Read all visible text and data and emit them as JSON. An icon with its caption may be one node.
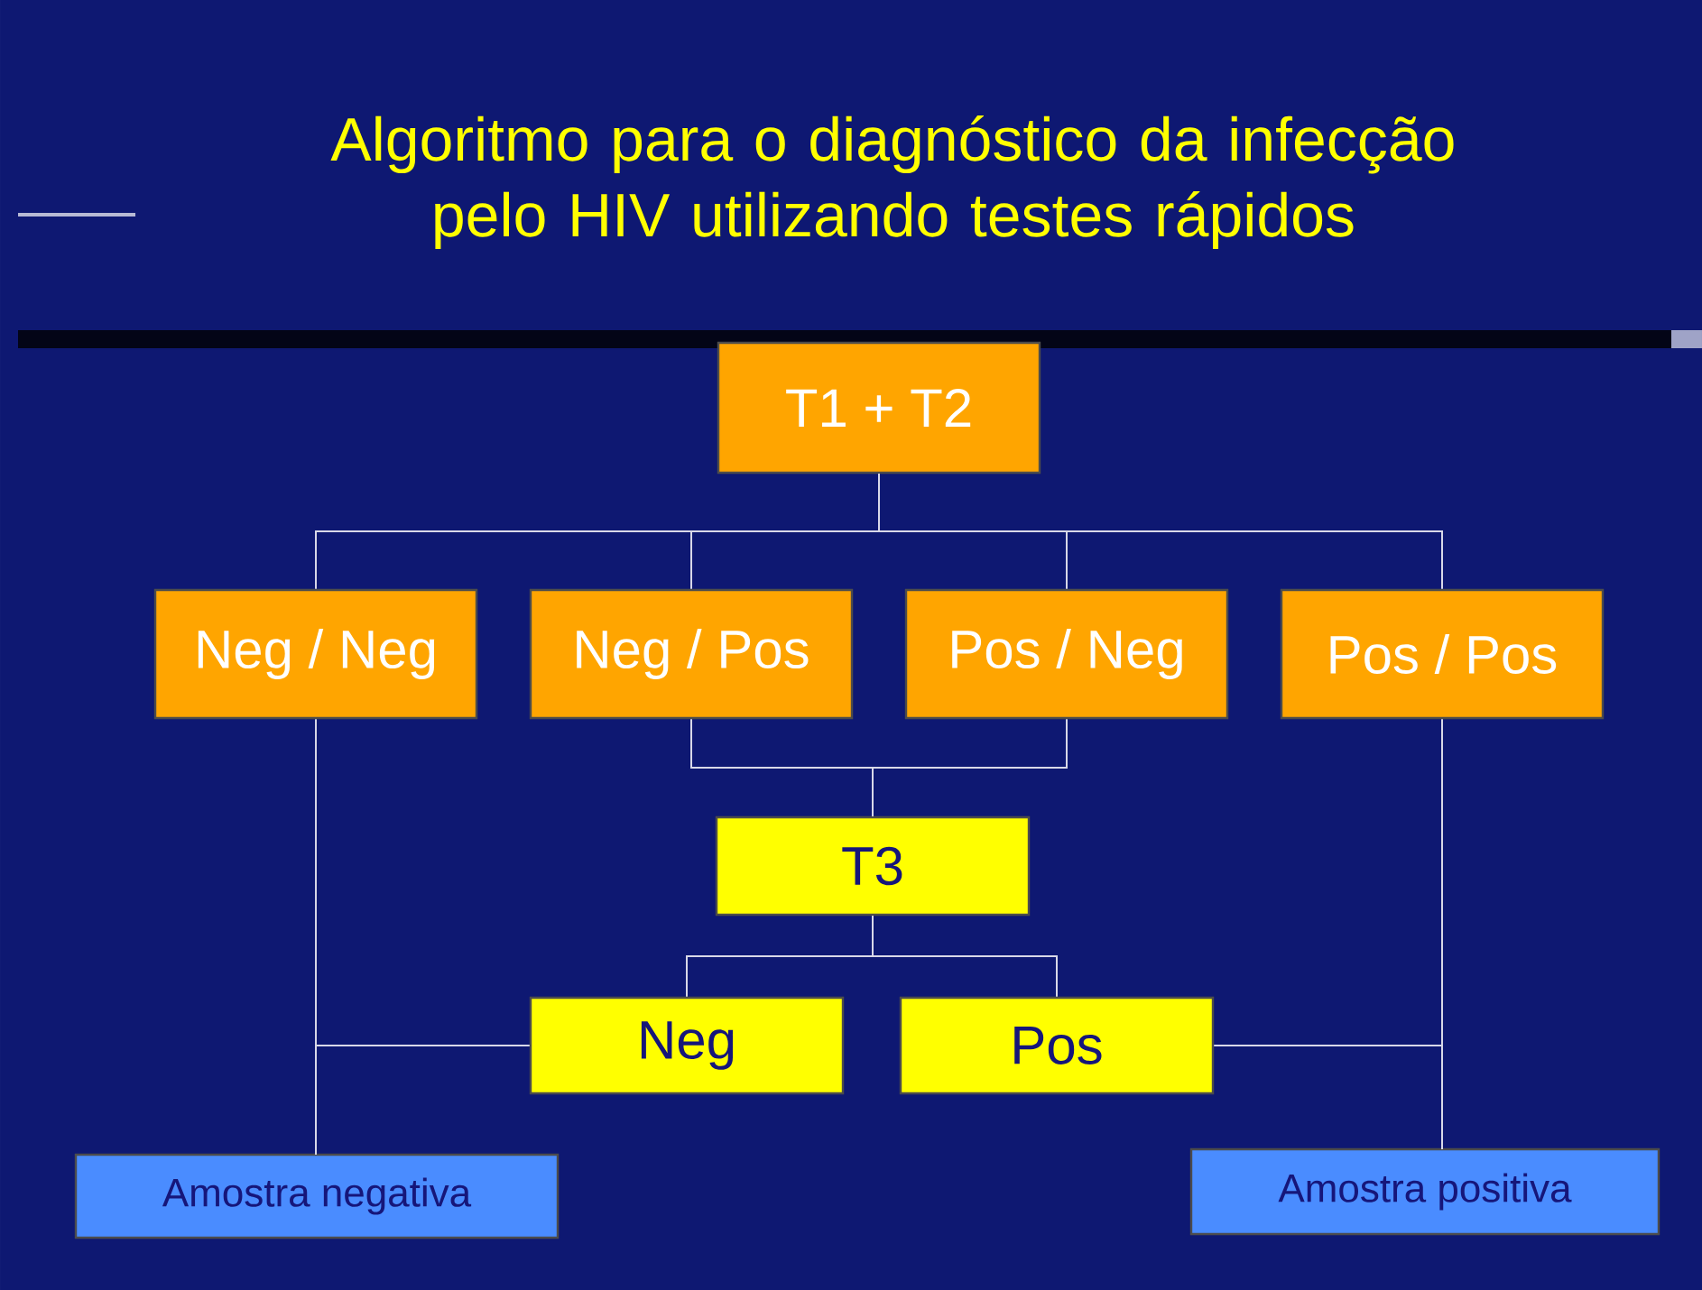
{
  "diagram": {
    "title": "Algoritmo para o diagnóstico da infecção pelo HIV utilizando testes rápidos",
    "nodes": [
      {
        "text": [
          "T1 + T2"
        ]
      },
      {
        "text": [
          "Neg / Neg"
        ]
      },
      {
        "text": [
          "Neg / Pos"
        ]
      },
      {
        "text": [
          "Pos / Neg"
        ]
      },
      {
        "text": [
          "Pos / Pos"
        ]
      },
      {
        "text": [
          "T3"
        ]
      },
      {
        "text": [
          "Neg"
        ]
      },
      {
        "text": [
          "Pos"
        ]
      },
      {
        "text": [
          "Amostra negativa"
        ]
      },
      {
        "text": [
          "Amostra positiva"
        ]
      }
    ],
    "edges": [
      {
        "from": 0,
        "to": 1,
        "arrow": "none"
      },
      {
        "from": 0,
        "to": 2,
        "arrow": "none"
      },
      {
        "from": 0,
        "to": 3,
        "arrow": "none"
      },
      {
        "from": 0,
        "to": 4,
        "arrow": "none"
      },
      {
        "from": 2,
        "to": 5,
        "arrow": "none"
      },
      {
        "from": 3,
        "to": 5,
        "arrow": "none"
      },
      {
        "from": 5,
        "to": 6,
        "arrow": "none"
      },
      {
        "from": 5,
        "to": 7,
        "arrow": "none"
      },
      {
        "from": 1,
        "to": 8,
        "arrow": "none"
      },
      {
        "from": 6,
        "to": 8,
        "arrow": "none"
      },
      {
        "from": 4,
        "to": 9,
        "arrow": "none"
      },
      {
        "from": 7,
        "to": 9,
        "arrow": "none"
      }
    ]
  }
}
